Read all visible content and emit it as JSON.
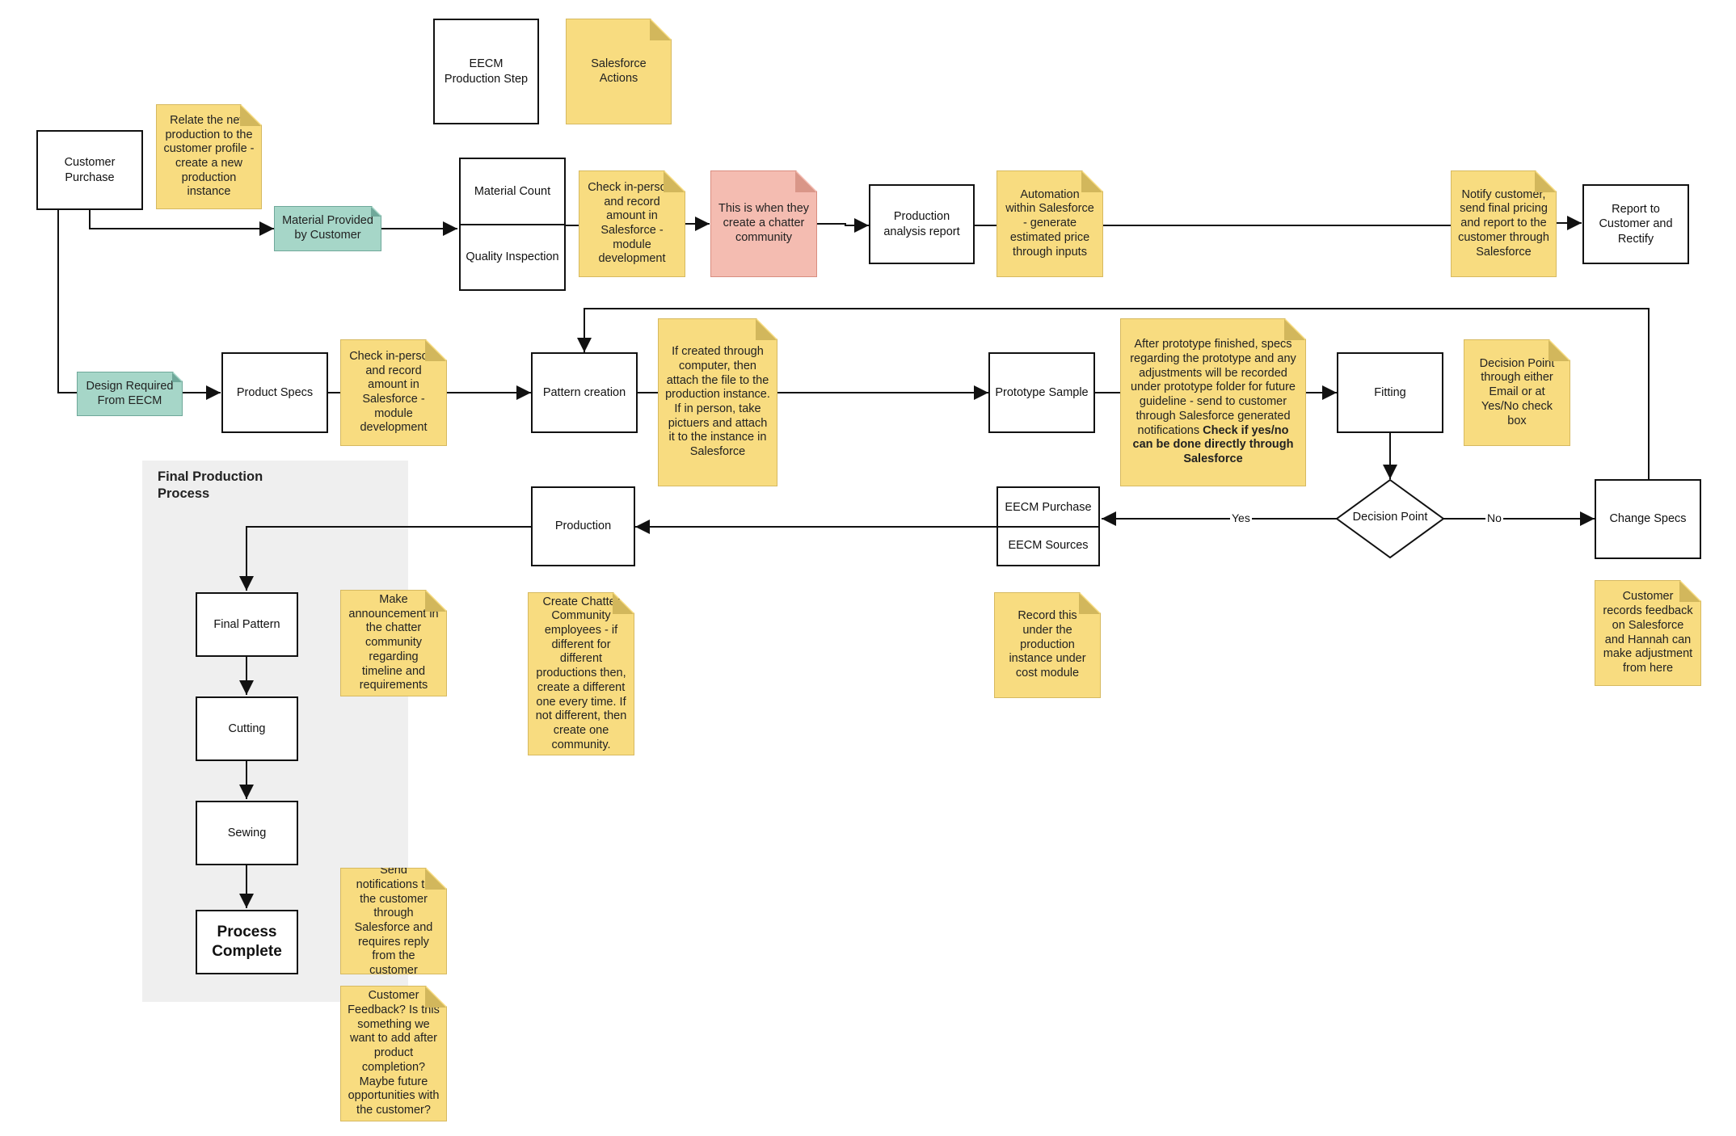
{
  "legend": {
    "step": "EECM Production Step",
    "actions": "Salesforce Actions"
  },
  "nodes": {
    "customer_purchase": "Customer Purchase",
    "material_count": "Material Count",
    "quality_inspection": "Quality Inspection",
    "production_analysis": "Production analysis report",
    "report_customer": "Report to Customer and Rectify",
    "product_specs": "Product Specs",
    "pattern_creation": "Pattern creation",
    "prototype_sample": "Prototype Sample",
    "fitting": "Fitting",
    "decision_point": "Decision Point",
    "change_specs": "Change Specs",
    "eecm_purchase": "EECM Purchase",
    "eecm_sources": "EECM Sources",
    "production": "Production",
    "final_pattern": "Final Pattern",
    "cutting": "Cutting",
    "sewing": "Sewing",
    "process_complete": "Process Complete"
  },
  "tags": {
    "material_provided": "Material Provided by Customer",
    "design_required": "Design Required From EECM"
  },
  "notes": {
    "relate_production": "Relate the new production to the customer profile - create a new production instance",
    "check_record_1": "Check in-person, and record amount in Salesforce - module development",
    "chatter_community": "This is when they create a chatter community",
    "automation": "Automation within Salesforce - generate estimated price through inputs",
    "notify_customer": "Notify customer, send final pricing and report to the customer through Salesforce",
    "check_record_2": "Check in-person, and record amount in Salesforce - module development",
    "computer_file": "If created through computer, then attach the file to the production instance. If in person, take pictuers and attach it to the instance in Salesforce",
    "after_prototype": "After prototype finished, specs regarding the prototype and any adjustments will be recorded under prototype folder for future guideline - send to customer through Salesforce generated notifications",
    "after_prototype_bold": "Check if yes/no can be done directly through Salesforce",
    "decision_note": "Decision Point through either Email or at Yes/No check box",
    "customer_records": "Customer records feedback on Salesforce and Hannah can make adjustment from here",
    "record_cost": "Record this under the production instance under cost module",
    "create_chatter": "Create Chatter Community employees - if different for different productions then, create a different one every time. If not different, then create one community.",
    "make_announcement": "Make announcement in the chatter community regarding timeline and requirements",
    "send_notifications": "Send notifications to the customer through Salesforce and requires reply from the customer",
    "customer_feedback": "Customer Feedback? Is this something we want to add after product completion? Maybe future opportunities with the customer?"
  },
  "edge_labels": {
    "yes": "Yes",
    "no": "No"
  },
  "panel": {
    "title": "Final Production Process"
  },
  "colors": {
    "note_yellow": "#f8dc80",
    "note_pink": "#f4bcb1",
    "tag_teal": "#a6d6c8",
    "panel_gray": "#efefef",
    "line": "#111111"
  }
}
